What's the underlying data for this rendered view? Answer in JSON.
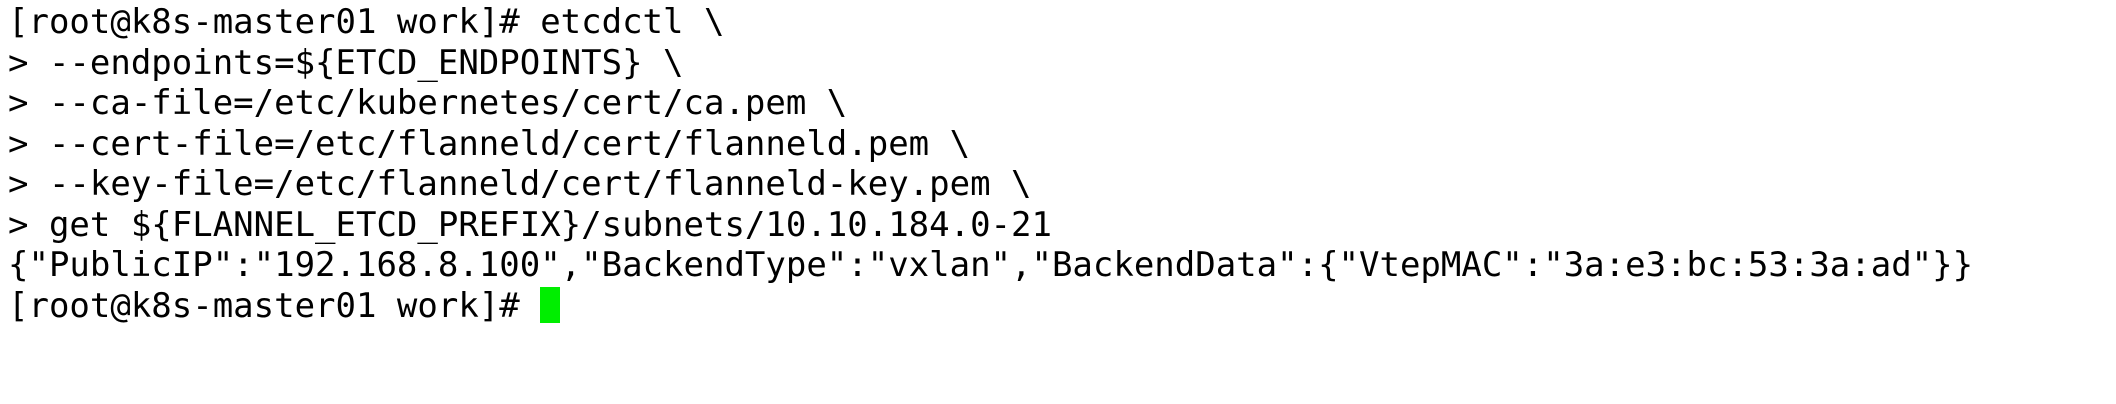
{
  "terminal": {
    "lines": [
      "[root@k8s-master01 work]# etcdctl \\",
      "> --endpoints=${ETCD_ENDPOINTS} \\",
      "> --ca-file=/etc/kubernetes/cert/ca.pem \\",
      "> --cert-file=/etc/flanneld/cert/flanneld.pem \\",
      "> --key-file=/etc/flanneld/cert/flanneld-key.pem \\",
      "> get ${FLANNEL_ETCD_PREFIX}/subnets/10.10.184.0-21",
      "{\"PublicIP\":\"192.168.8.100\",\"BackendType\":\"vxlan\",\"BackendData\":{\"VtepMAC\":\"3a:e3:bc:53:3a:ad\"}}"
    ],
    "prompt": "[root@k8s-master01 work]#",
    "colors": {
      "background": "#ffffff",
      "foreground": "#000000",
      "cursor": "#00ee00"
    }
  }
}
